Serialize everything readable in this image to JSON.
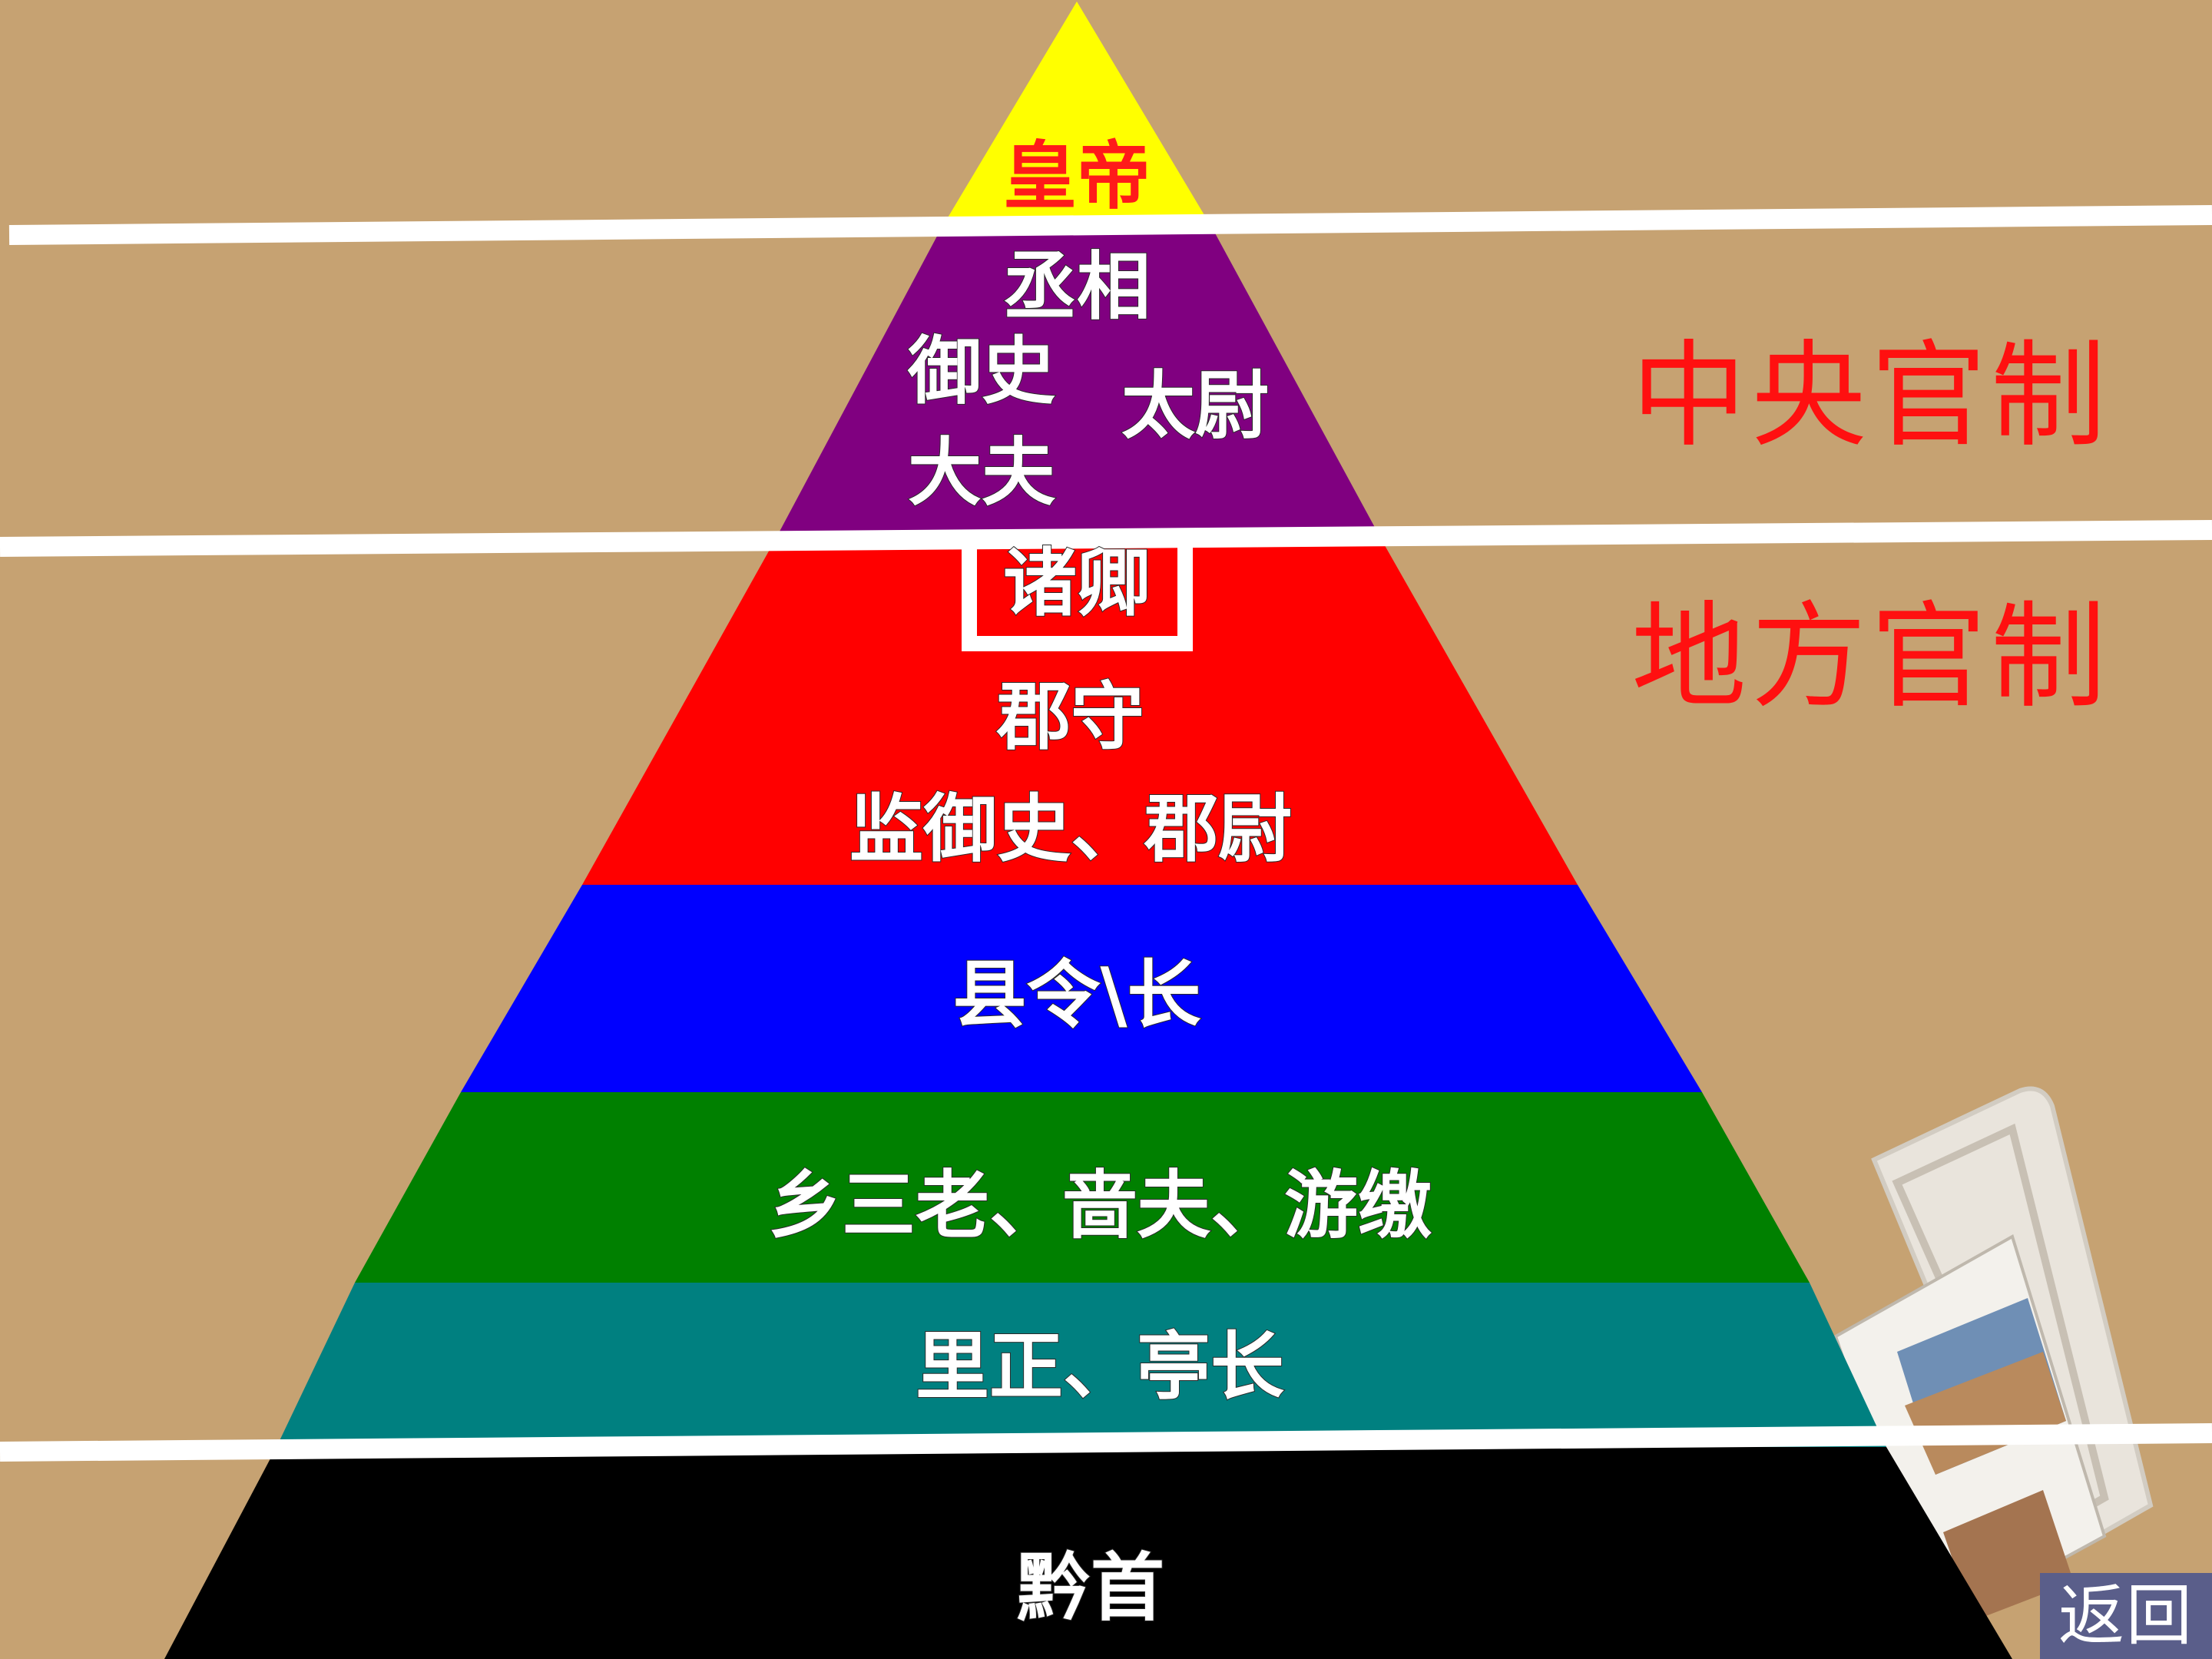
{
  "tiers": [
    {
      "id": "emperor",
      "labels": [
        "皇帝"
      ],
      "color": "#ffff00",
      "text_color": "#ff1a1a"
    },
    {
      "id": "central",
      "labels": [
        "丞相",
        "御史",
        "大夫",
        "太尉"
      ],
      "color": "#800080"
    },
    {
      "id": "ministers",
      "labels": [
        "诸卿"
      ],
      "color": "#ff0000"
    },
    {
      "id": "commandery",
      "labels": [
        "郡守",
        "监御史、郡尉"
      ],
      "color": "#ff0000"
    },
    {
      "id": "county",
      "labels": [
        "县令\\长"
      ],
      "color": "#0000ff"
    },
    {
      "id": "township",
      "labels": [
        "乡三老、啬夫、游缴"
      ],
      "color": "#008000"
    },
    {
      "id": "village",
      "labels": [
        "里正、亭长"
      ],
      "color": "#008080"
    },
    {
      "id": "commoners",
      "labels": [
        "黔首"
      ],
      "color": "#000000"
    }
  ],
  "side_titles": {
    "central": "中央官制",
    "local": "地方官制"
  },
  "back_button": "返回",
  "colors": {
    "background": "#c6a272",
    "divider": "#ffffff",
    "title_red": "#ff1010"
  }
}
